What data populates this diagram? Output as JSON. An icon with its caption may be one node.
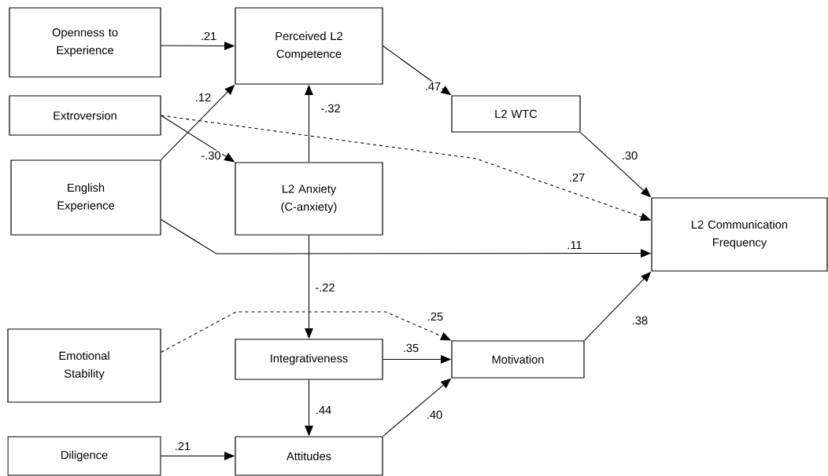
{
  "diagram": {
    "nodes": [
      {
        "text": [
          "Openness to Experience"
        ]
      },
      {
        "text": [
          "Perceived L2 Competence"
        ]
      },
      {
        "text": [
          "Extroversion"
        ]
      },
      {
        "text": [
          "English Experience"
        ]
      },
      {
        "text": [
          "L2 Anxiety (C-anxiety)"
        ]
      },
      {
        "text": [
          "L2 WTC"
        ]
      },
      {
        "text": [
          "L2 Communication Frequency"
        ]
      },
      {
        "text": [
          "Emotional Stability"
        ]
      },
      {
        "text": [
          "Integrativeness"
        ]
      },
      {
        "text": [
          "Motivation"
        ]
      },
      {
        "text": [
          "Diligence"
        ]
      },
      {
        "text": [
          "Attitudes"
        ]
      }
    ],
    "edges": [
      {
        "from": 0,
        "to": 1,
        "arrow": "to",
        "label": ".21"
      },
      {
        "from": 3,
        "to": 1,
        "arrow": "to",
        "label": ".12"
      },
      {
        "from": 2,
        "to": 4,
        "arrow": "to",
        "label": "-.30"
      },
      {
        "from": 1,
        "to": 5,
        "arrow": "to",
        "label": ".47"
      },
      {
        "from": 4,
        "to": 1,
        "arrow": "to",
        "label": "-.32"
      },
      {
        "from": 2,
        "to": 6,
        "arrow": "to",
        "label": ".27",
        "style": "dashed"
      },
      {
        "from": 3,
        "to": 6,
        "arrow": "to",
        "label": ".11"
      },
      {
        "from": 4,
        "to": 8,
        "arrow": "to",
        "label": "-.22"
      },
      {
        "from": 7,
        "to": 9,
        "arrow": "to",
        "label": ".25",
        "style": "dashed"
      },
      {
        "from": 8,
        "to": 9,
        "arrow": "to",
        "label": ".35"
      },
      {
        "from": 8,
        "to": 11,
        "arrow": "to",
        "label": ".44"
      },
      {
        "from": 10,
        "to": 11,
        "arrow": "to",
        "label": ".21"
      },
      {
        "from": 11,
        "to": 9,
        "arrow": "to",
        "label": ".40"
      },
      {
        "from": 9,
        "to": 6,
        "arrow": "to",
        "label": ".38"
      },
      {
        "from": 5,
        "to": 6,
        "arrow": "to",
        "label": ".30"
      }
    ]
  }
}
